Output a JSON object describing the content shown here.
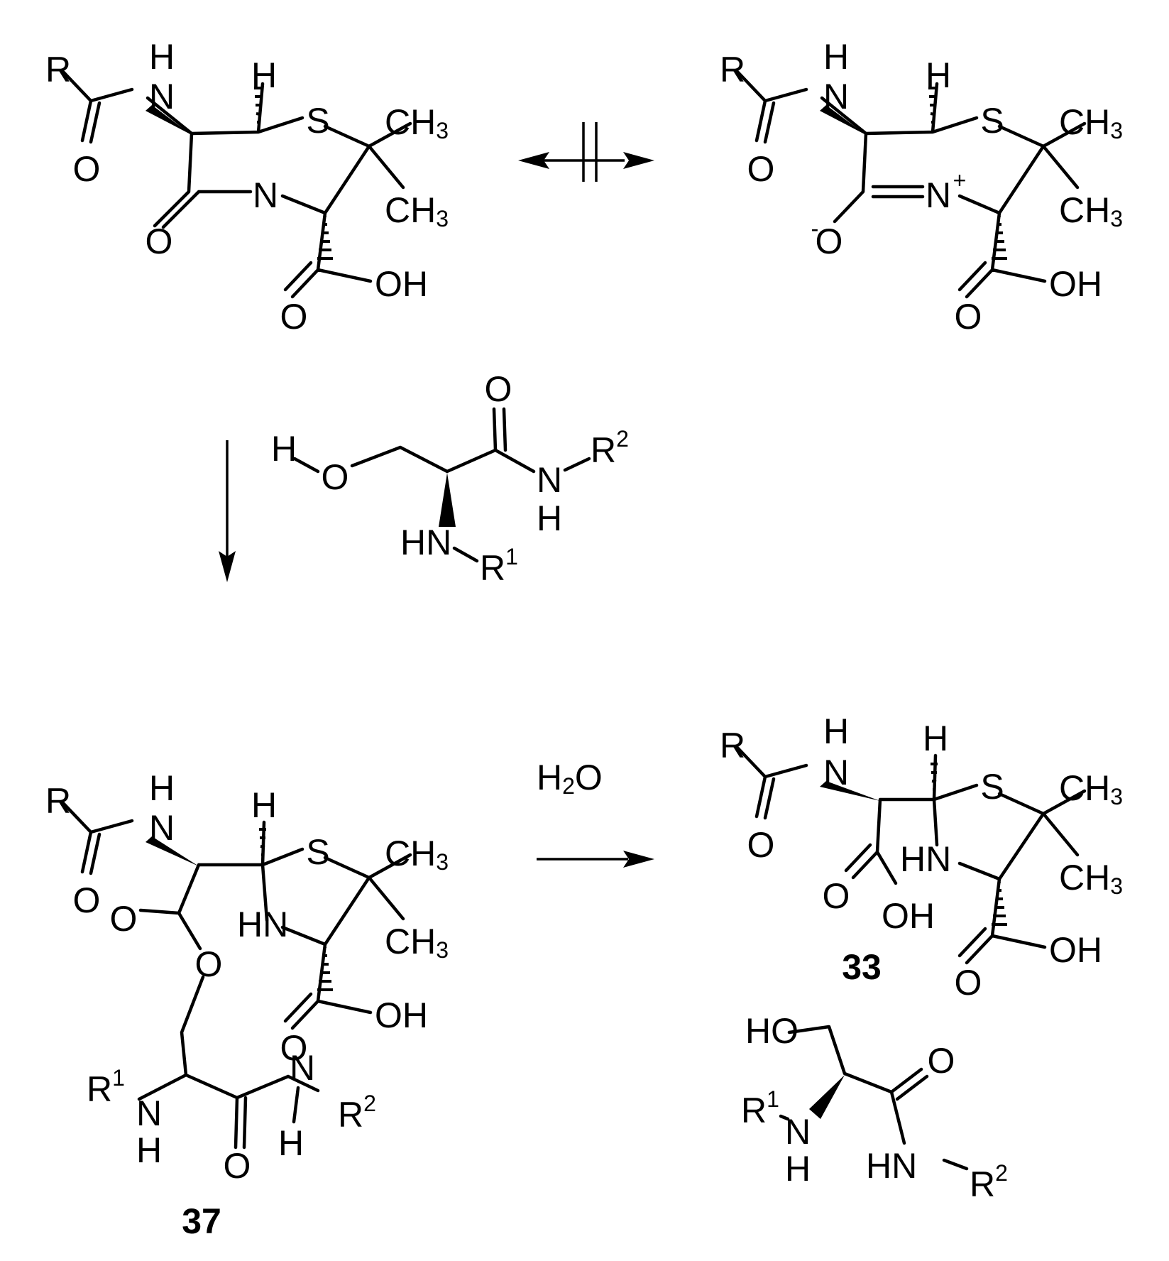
{
  "atoms": {
    "R": "R",
    "H": "H",
    "N": "N",
    "S": "S",
    "O": "O",
    "OH": "OH",
    "HO": "HO",
    "HN": "HN",
    "CH": "CH",
    "sub_3": "3",
    "sub_2": "2",
    "sup_1": "1",
    "sup_2": "2",
    "plus": "+",
    "minus": "-"
  },
  "reagent": {
    "water": "H",
    "water_sub": "2",
    "water_o": "O"
  },
  "compounds": {
    "acyl_enzyme": "37",
    "hydrolysis_product": "33"
  }
}
